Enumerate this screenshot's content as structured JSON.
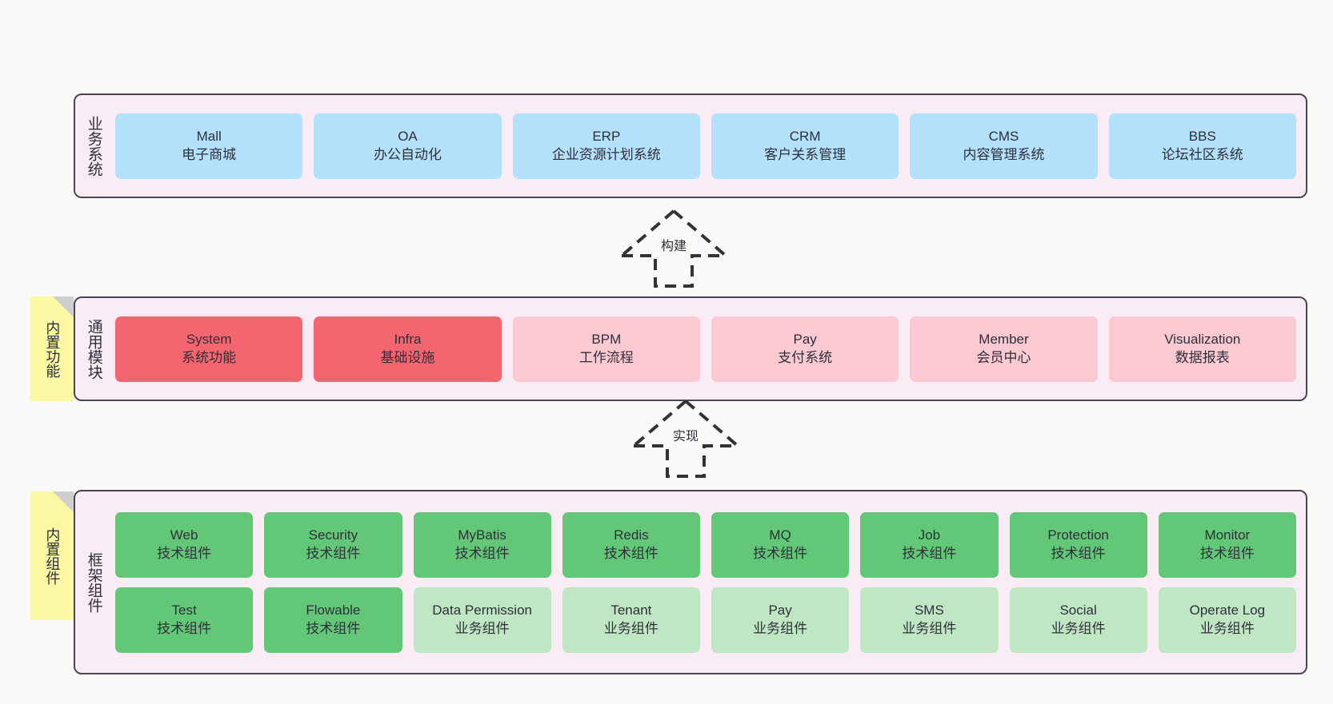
{
  "diagram": {
    "background": "#f9f9f8",
    "panel_fill": "#faecf5",
    "panel_border": "#4b4453",
    "sticky_fill": "#fbf8a4",
    "colors": {
      "business_system": "#b3e0fb",
      "module_core": "#f4666f",
      "module_light": "#fbc9d2",
      "component_tech": "#62c878",
      "component_business": "#bfe7c4"
    }
  },
  "panels": {
    "business": {
      "title": "业务系统",
      "rows": [
        [
          {
            "name": "Mall",
            "desc": "电子商城"
          },
          {
            "name": "OA",
            "desc": "办公自动化"
          },
          {
            "name": "ERP",
            "desc": "企业资源计划系统"
          },
          {
            "name": "CRM",
            "desc": "客户关系管理"
          },
          {
            "name": "CMS",
            "desc": "内容管理系统"
          },
          {
            "name": "BBS",
            "desc": "论坛社区系统"
          }
        ]
      ]
    },
    "modules": {
      "title": "通用模块",
      "sticky": "内置功能",
      "rows": [
        [
          {
            "name": "System",
            "desc": "系统功能"
          },
          {
            "name": "Infra",
            "desc": "基础设施"
          },
          {
            "name": "BPM",
            "desc": "工作流程"
          },
          {
            "name": "Pay",
            "desc": "支付系统"
          },
          {
            "name": "Member",
            "desc": "会员中心"
          },
          {
            "name": "Visualization",
            "desc": "数据报表"
          }
        ]
      ]
    },
    "framework": {
      "title": "框架组件",
      "sticky": "内置组件",
      "rows": [
        [
          {
            "name": "Web",
            "desc": "技术组件"
          },
          {
            "name": "Security",
            "desc": "技术组件"
          },
          {
            "name": "MyBatis",
            "desc": "技术组件"
          },
          {
            "name": "Redis",
            "desc": "技术组件"
          },
          {
            "name": "MQ",
            "desc": "技术组件"
          },
          {
            "name": "Job",
            "desc": "技术组件"
          },
          {
            "name": "Protection",
            "desc": "技术组件"
          },
          {
            "name": "Monitor",
            "desc": "技术组件"
          }
        ],
        [
          {
            "name": "Test",
            "desc": "技术组件"
          },
          {
            "name": "Flowable",
            "desc": "技术组件"
          },
          {
            "name": "Data Permission",
            "desc": "业务组件"
          },
          {
            "name": "Tenant",
            "desc": "业务组件"
          },
          {
            "name": "Pay",
            "desc": "业务组件"
          },
          {
            "name": "SMS",
            "desc": "业务组件"
          },
          {
            "name": "Social",
            "desc": "业务组件"
          },
          {
            "name": "Operate Log",
            "desc": "业务组件"
          }
        ]
      ]
    }
  },
  "arrows": {
    "build": "构建",
    "realize": "实现"
  }
}
